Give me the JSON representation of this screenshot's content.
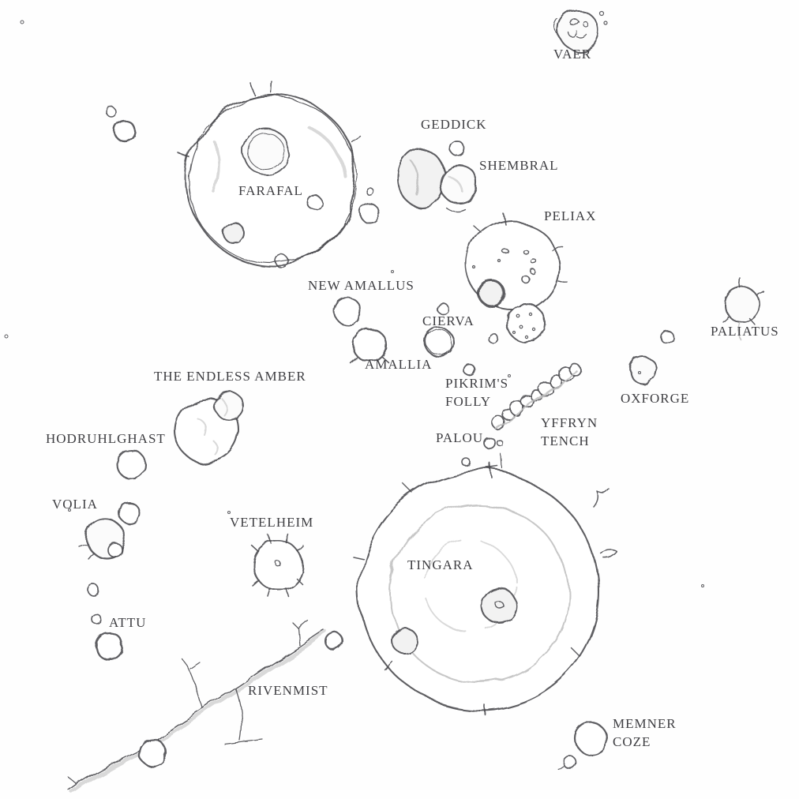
{
  "map": {
    "kind": "hand-drawn island map",
    "paper_color": "#fefefe",
    "ink_color": "#48484c",
    "label_color": "#3e3e42",
    "islands": [
      {
        "id": "vaer",
        "label": "VAER"
      },
      {
        "id": "geddick",
        "label": "GEDDICK"
      },
      {
        "id": "shembral",
        "label": "SHEMBRAL"
      },
      {
        "id": "farafal",
        "label": "FARAFAL"
      },
      {
        "id": "peliax",
        "label": "PELIAX"
      },
      {
        "id": "new-amallus",
        "label": "NEW AMALLUS"
      },
      {
        "id": "cierva",
        "label": "CIERVA"
      },
      {
        "id": "paliatus",
        "label": "PALIATUS"
      },
      {
        "id": "amallia",
        "label": "AMALLIA"
      },
      {
        "id": "the-endless-amber",
        "label": "THE ENDLESS AMBER"
      },
      {
        "id": "pikrims-folly",
        "label_line1": "PIKRIM'S",
        "label_line2": "FOLLY"
      },
      {
        "id": "oxforge",
        "label": "OXFORGE"
      },
      {
        "id": "palou",
        "label": "PALOU"
      },
      {
        "id": "yffryn-tench",
        "label_line1": "YFFRYN",
        "label_line2": "TENCH"
      },
      {
        "id": "hodruhlghast",
        "label": "HODRUHLGHAST"
      },
      {
        "id": "volia",
        "label": "VOLIA"
      },
      {
        "id": "vetelheim",
        "label": "VETELHEIM"
      },
      {
        "id": "tingara",
        "label": "TINGARA"
      },
      {
        "id": "attu",
        "label": "ATTU"
      },
      {
        "id": "rivenmist",
        "label": "RIVENMIST"
      },
      {
        "id": "memner-coze",
        "label_line1": "MEMNER",
        "label_line2": "COZE"
      }
    ]
  }
}
